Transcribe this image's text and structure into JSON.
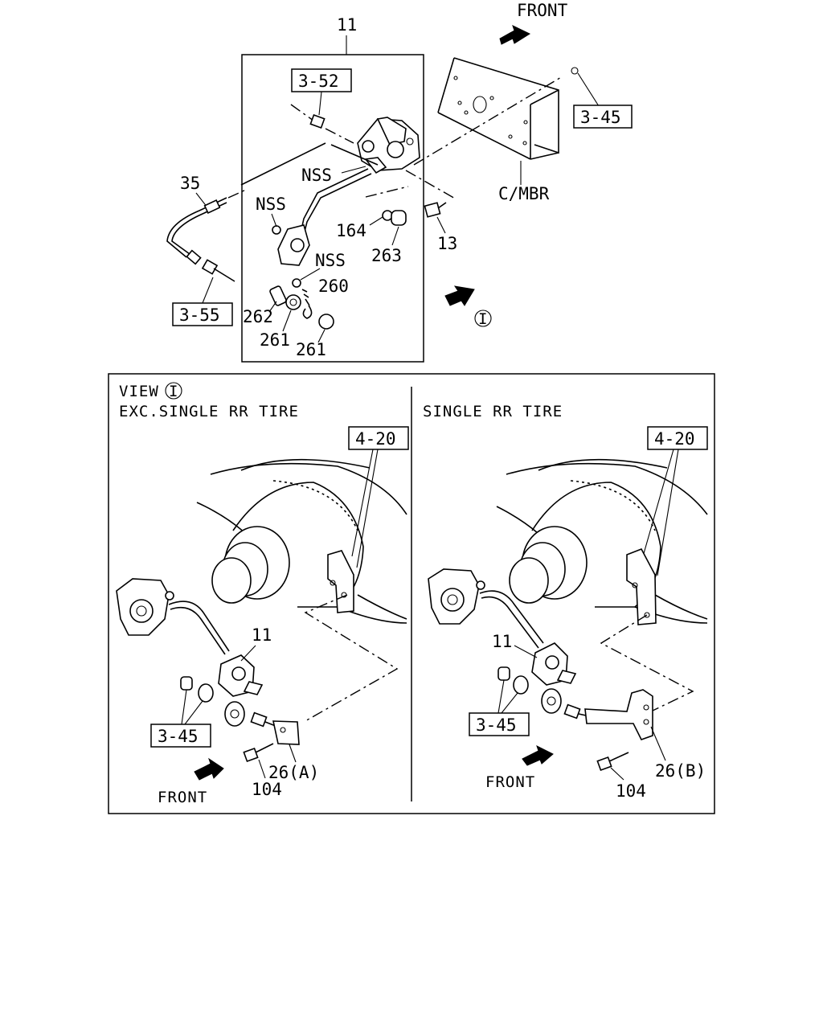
{
  "top": {
    "group_label": "11",
    "front_label": "FRONT",
    "frame_label": "C/MBR",
    "view_marker": "I",
    "refs": {
      "r352": "3-52",
      "r345": "3-45",
      "r355": "3-55"
    },
    "parts": {
      "p35": "35",
      "nss1": "NSS",
      "nss2": "NSS",
      "nss3": "NSS",
      "p164": "164",
      "p263": "263",
      "p13": "13",
      "p260": "260",
      "p262": "262",
      "p261a": "261",
      "p261b": "261"
    }
  },
  "view": {
    "title": "VIEW",
    "marker": "I",
    "left": {
      "heading": "EXC.SINGLE RR TIRE",
      "ref420": "4-20",
      "ref345": "3-45",
      "p11": "11",
      "p26": "26(A)",
      "p104": "104",
      "front": "FRONT"
    },
    "right": {
      "heading": "SINGLE RR TIRE",
      "ref420": "4-20",
      "ref345": "3-45",
      "p11": "11",
      "p26": "26(B)",
      "p104": "104",
      "front": "FRONT"
    }
  }
}
